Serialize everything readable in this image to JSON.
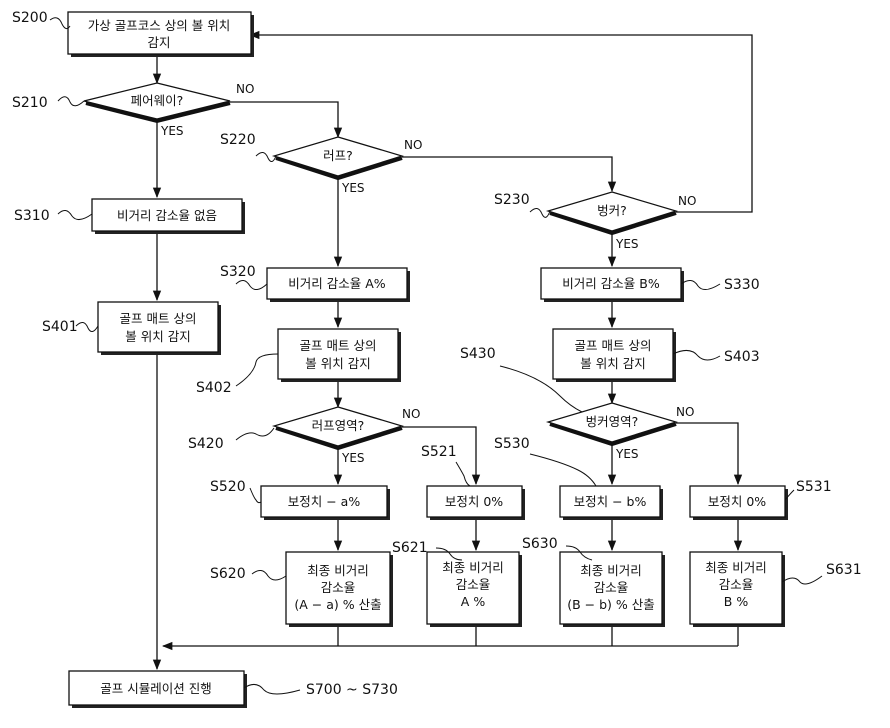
{
  "nodes": {
    "s200": [
      "가상 골프코스 상의 볼 위치",
      "감지"
    ],
    "s210": "페어웨이?",
    "s220": "러프?",
    "s230": "벙커?",
    "s310": "비거리 감소율 없음",
    "s320": "비거리 감소율 A%",
    "s330": "비거리 감소율 B%",
    "s401": [
      "골프 매트 상의",
      "볼 위치 감지"
    ],
    "s402": [
      "골프 매트 상의",
      "볼 위치 감지"
    ],
    "s403": [
      "골프 매트 상의",
      "볼 위치 감지"
    ],
    "s420": "러프영역?",
    "s430": "벙커영역?",
    "s520": "보정치 − a%",
    "s521": "보정치 0%",
    "s530": "보정치 − b%",
    "s531": "보정치 0%",
    "s620": [
      "최종 비거리",
      "감소율",
      "(A − a) % 산출"
    ],
    "s621": [
      "최종 비거리",
      "감소율",
      "A %"
    ],
    "s630": [
      "최종 비거리",
      "감소율",
      "(B − b) % 산출"
    ],
    "s631": [
      "최종 비거리",
      "감소율",
      "B %"
    ],
    "s700": "골프 시뮬레이션 진행"
  },
  "labels": {
    "s200": "S200",
    "s210": "S210",
    "s220": "S220",
    "s230": "S230",
    "s310": "S310",
    "s320": "S320",
    "s330": "S330",
    "s401": "S401",
    "s402": "S402",
    "s403": "S403",
    "s420": "S420",
    "s430": "S430",
    "s520": "S520",
    "s521": "S521",
    "s530": "S530",
    "s531": "S531",
    "s620": "S620",
    "s621": "S621",
    "s630": "S630",
    "s631": "S631",
    "s700": "S700 ~ S730"
  },
  "branches": {
    "yes": "YES",
    "no": "NO"
  }
}
